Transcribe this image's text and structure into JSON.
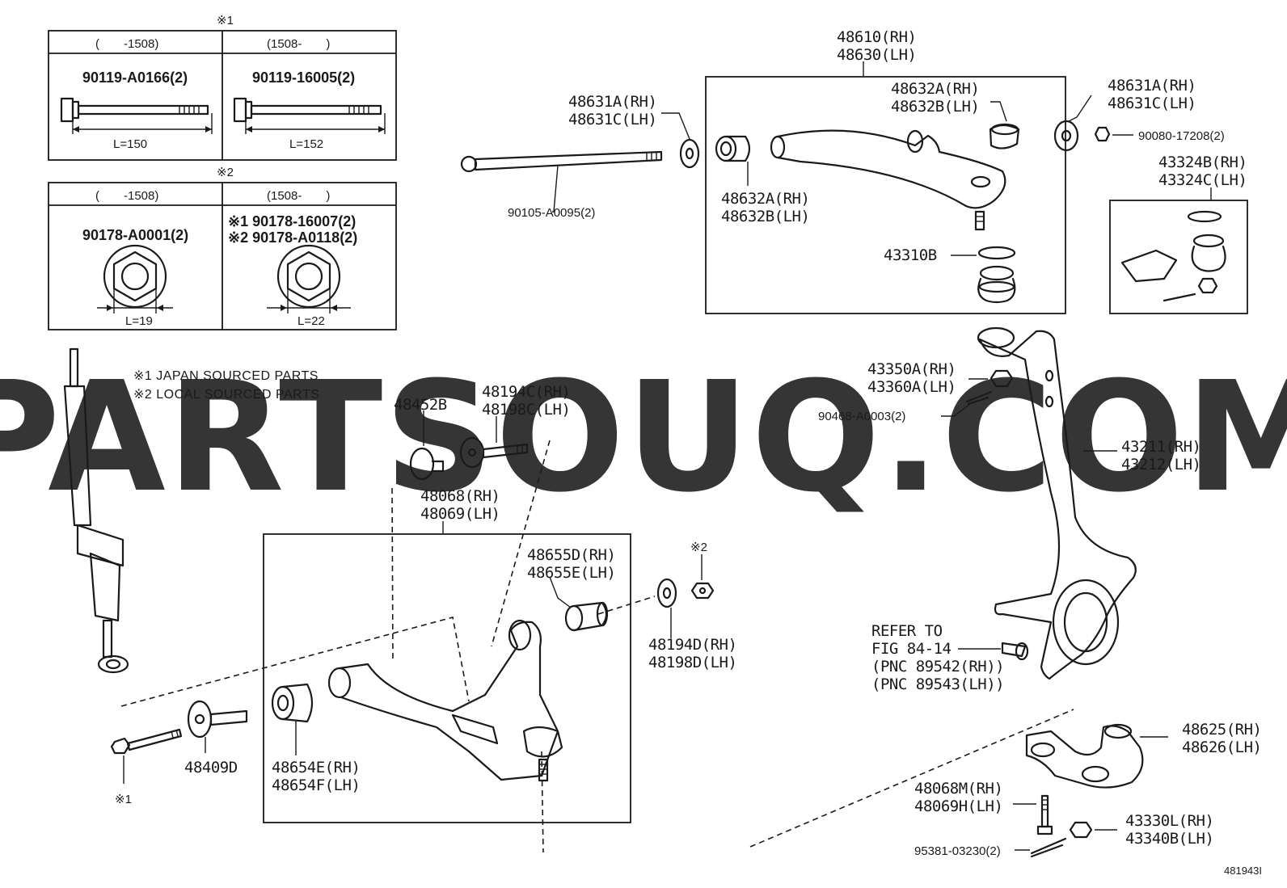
{
  "watermark": "PARTSOUQ.COM",
  "reference_code": "481943I",
  "table1": {
    "mark": "※1",
    "col_a_header": "(　　-1508)",
    "col_b_header": "(1508-　　)",
    "col_a_part": "90119-A0166(2)",
    "col_b_part": "90119-16005(2)",
    "col_a_length": "L=150",
    "col_b_length": "L=152"
  },
  "table2": {
    "mark": "※2",
    "col_a_header": "(　　-1508)",
    "col_b_header": "(1508-　　)",
    "col_a_part": "90178-A0001(2)",
    "col_b_part_1": "※1 90178-16007(2)",
    "col_b_part_2": "※2 90178-A0118(2)",
    "col_a_length": "L=19",
    "col_b_length": "L=22"
  },
  "notes": {
    "japan": "※1 JAPAN SOURCED PARTS",
    "local": "※2 LOCAL SOURCED PARTS"
  },
  "labels": {
    "upper_arm_rh": "48610(RH)",
    "upper_arm_lh": "48630(LH)",
    "cam_left_rh": "48631A(RH)",
    "cam_left_lh": "48631C(LH)",
    "bush_top_rh": "48632A(RH)",
    "bush_top_lh": "48632B(LH)",
    "cam_right_rh": "48631A(RH)",
    "cam_right_lh": "48631C(LH)",
    "nut_upper": "90080-17208(2)",
    "bolt_upper": "90105-A0095(2)",
    "bush_mid_rh": "48632A(RH)",
    "bush_mid_lh": "48632B(LH)",
    "balljoint_upper": "43310B",
    "boot_kit_rh": "43324B(RH)",
    "boot_kit_lh": "43324C(LH)",
    "castle_nut_rh": "43350A(RH)",
    "castle_nut_lh": "43360A(LH)",
    "cotter_upper": "90468-A0003(2)",
    "knuckle_rh": "43211(RH)",
    "knuckle_lh": "43212(LH)",
    "retainer": "48452B",
    "cam_bolt_rh": "48194C(RH)",
    "cam_bolt_lh": "48198C(LH)",
    "lower_arm_rh": "48068(RH)",
    "lower_arm_lh": "48069(LH)",
    "bush_rear_rh": "48655D(RH)",
    "bush_rear_lh": "48655E(LH)",
    "nut_mark": "※2",
    "cam_rear_rh": "48194D(RH)",
    "cam_rear_lh": "48198D(LH)",
    "refer_1": "REFER TO",
    "refer_2": "FIG 84-14",
    "refer_3": "(PNC 89542(RH))",
    "refer_4": "(PNC 89543(LH))",
    "arm_lower_rh": "48625(RH)",
    "arm_lower_lh": "48626(LH)",
    "bolt_lower_rh": "48068M(RH)",
    "bolt_lower_lh": "48069H(LH)",
    "nut_lower_rh": "43330L(RH)",
    "nut_lower_lh": "43340B(LH)",
    "cotter_lower": "95381-03230(2)",
    "cam_plate": "48409D",
    "bush_front_rh": "48654E(RH)",
    "bush_front_lh": "48654F(LH)",
    "bolt_mark": "※1"
  }
}
